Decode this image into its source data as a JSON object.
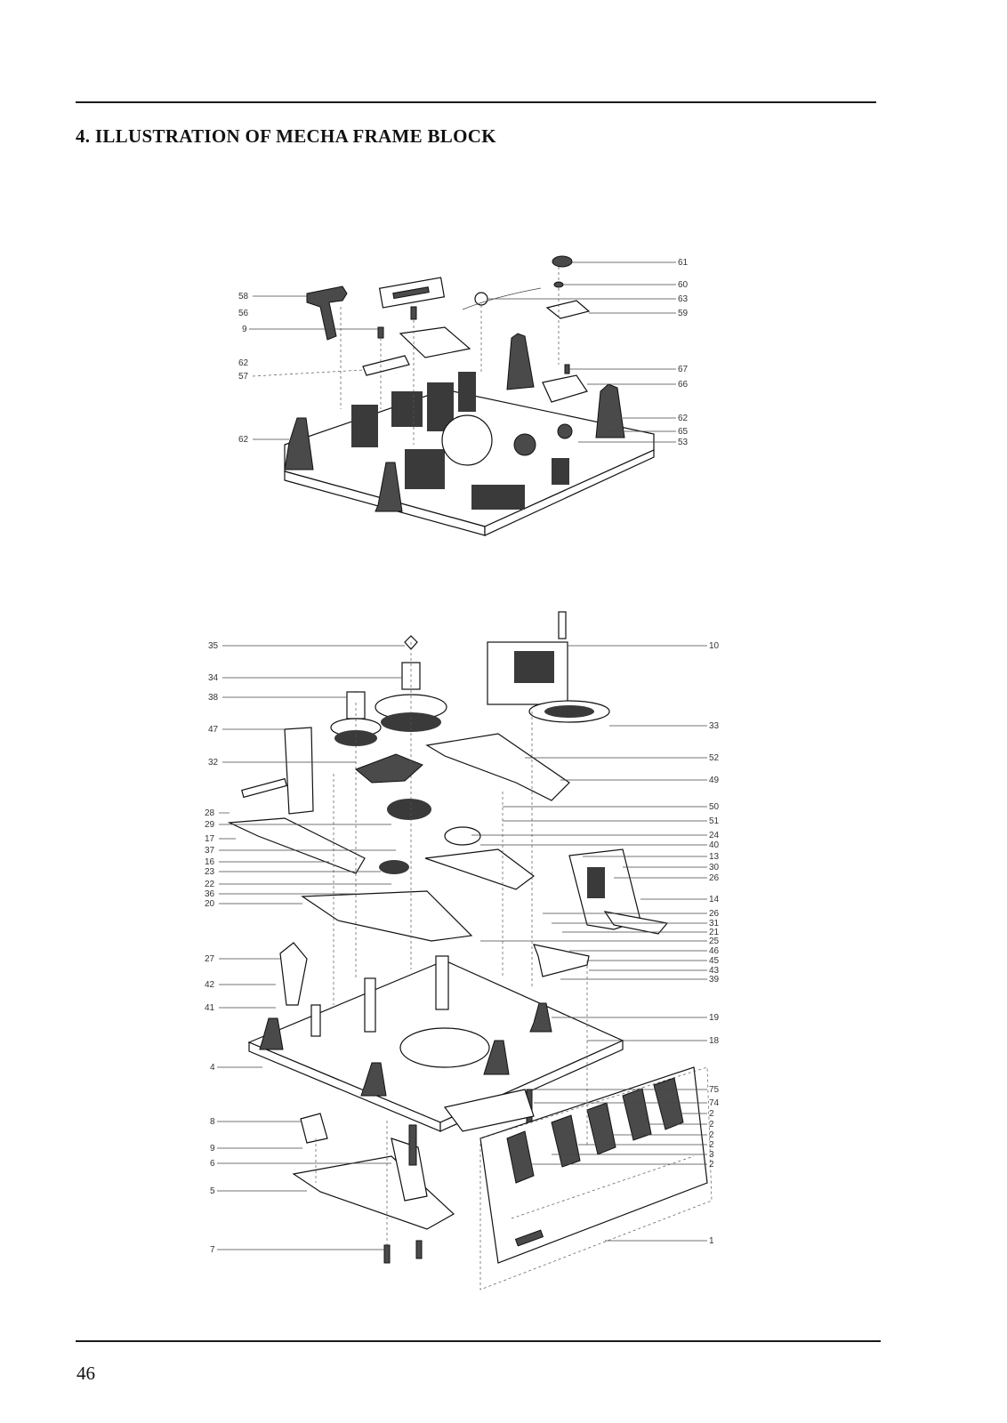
{
  "page": {
    "title": "4. ILLUSTRATION OF MECHA FRAME BLOCK",
    "page_number": "46"
  },
  "upper_callouts": {
    "left": [
      "58",
      "56",
      "9",
      "62",
      "57",
      "62"
    ],
    "right": [
      "61",
      "60",
      "63",
      "59",
      "67",
      "66",
      "62",
      "65",
      "53"
    ]
  },
  "lower_callouts": {
    "left": [
      "35",
      "34",
      "38",
      "47",
      "32",
      "28",
      "29",
      "17",
      "37",
      "16",
      "23",
      "22",
      "36",
      "20",
      "27",
      "42",
      "41",
      "4",
      "8",
      "9",
      "6",
      "5",
      "7"
    ],
    "right": [
      "10",
      "33",
      "52",
      "49",
      "50",
      "51",
      "24",
      "40",
      "13",
      "30",
      "26",
      "14",
      "26",
      "31",
      "21",
      "25",
      "46",
      "45",
      "43",
      "39",
      "19",
      "18",
      "75",
      "74",
      "2",
      "2",
      "2",
      "2",
      "3",
      "2",
      "1"
    ]
  }
}
